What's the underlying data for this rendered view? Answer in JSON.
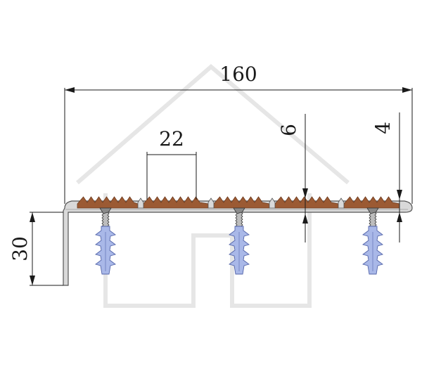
{
  "dimensions": {
    "total_width": "160",
    "tooth_pitch": "22",
    "insert_height": "6",
    "lip_height": "4",
    "nosing_height": "30"
  },
  "colors": {
    "profile_fill": "#d9d9d9",
    "profile_stroke": "#555555",
    "insert_fill": "#9b5a33",
    "insert_dark": "#6e3b1f",
    "dowel_fill": "#a9b8e8",
    "dowel_stroke": "#5566aa",
    "screw_fill": "#8a8a8a"
  },
  "icons": {
    "watermark": "house-watermark-icon",
    "fastener": "dowel-screw-icon"
  }
}
